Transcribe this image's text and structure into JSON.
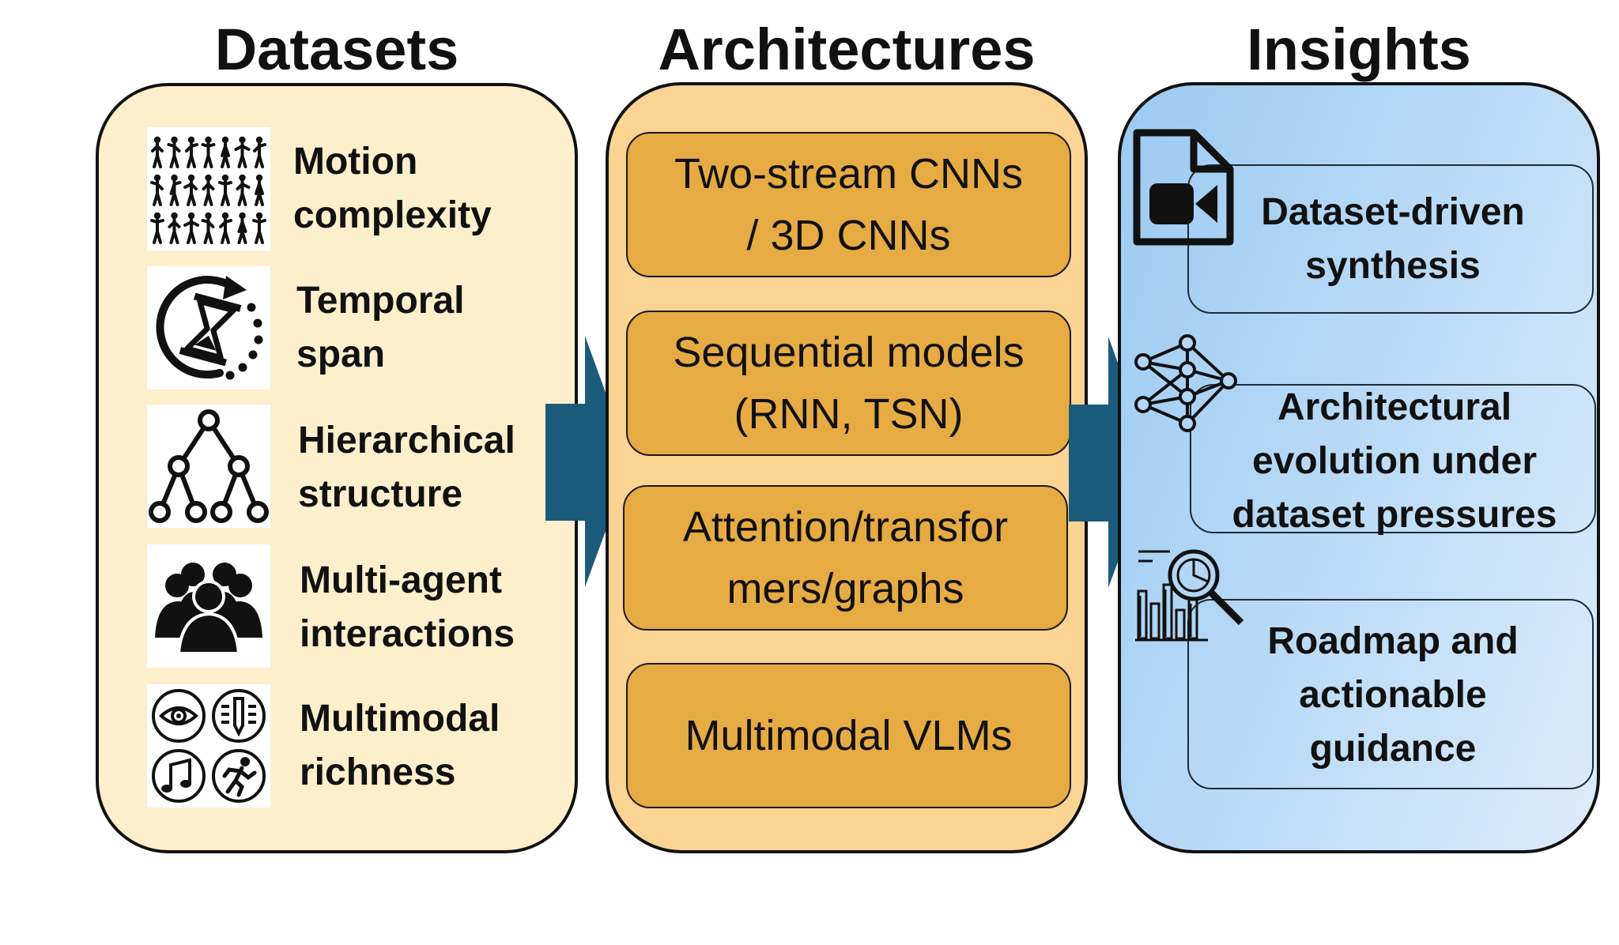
{
  "columns": {
    "datasets": {
      "title": "Datasets"
    },
    "architectures": {
      "title": "Architectures"
    },
    "insights": {
      "title": "Insights"
    }
  },
  "datasets": {
    "items": [
      {
        "label": "Motion\ncomplexity",
        "icon": "people-poses-icon"
      },
      {
        "label": "Temporal\nspan",
        "icon": "hourglass-cycle-icon"
      },
      {
        "label": "Hierarchical\nstructure",
        "icon": "tree-hierarchy-icon"
      },
      {
        "label": "Multi-agent\ninteractions",
        "icon": "group-people-icon"
      },
      {
        "label": "Multimodal\nrichness",
        "icon": "multimodal-senses-icon"
      }
    ]
  },
  "architectures": {
    "items": [
      {
        "label": "Two-stream CNNs\n/ 3D CNNs"
      },
      {
        "label": "Sequential models\n(RNN, TSN)"
      },
      {
        "label": "Attention/transfor\nmers/graphs"
      },
      {
        "label": "Multimodal VLMs"
      }
    ]
  },
  "insights": {
    "items": [
      {
        "label": "Dataset-driven\nsynthesis",
        "icon": "video-file-icon"
      },
      {
        "label": "Architectural\nevolution under\ndataset pressures",
        "icon": "neural-network-icon"
      },
      {
        "label": "Roadmap and\nactionable\nguidance",
        "icon": "chart-magnifier-icon"
      }
    ]
  },
  "colors": {
    "datasets_bg": "#fdefcc",
    "architectures_bg": "#fbd493",
    "architecture_box": "#e7ab44",
    "insights_bg": "#b7d9f6",
    "arrow": "#1a5b7c"
  }
}
